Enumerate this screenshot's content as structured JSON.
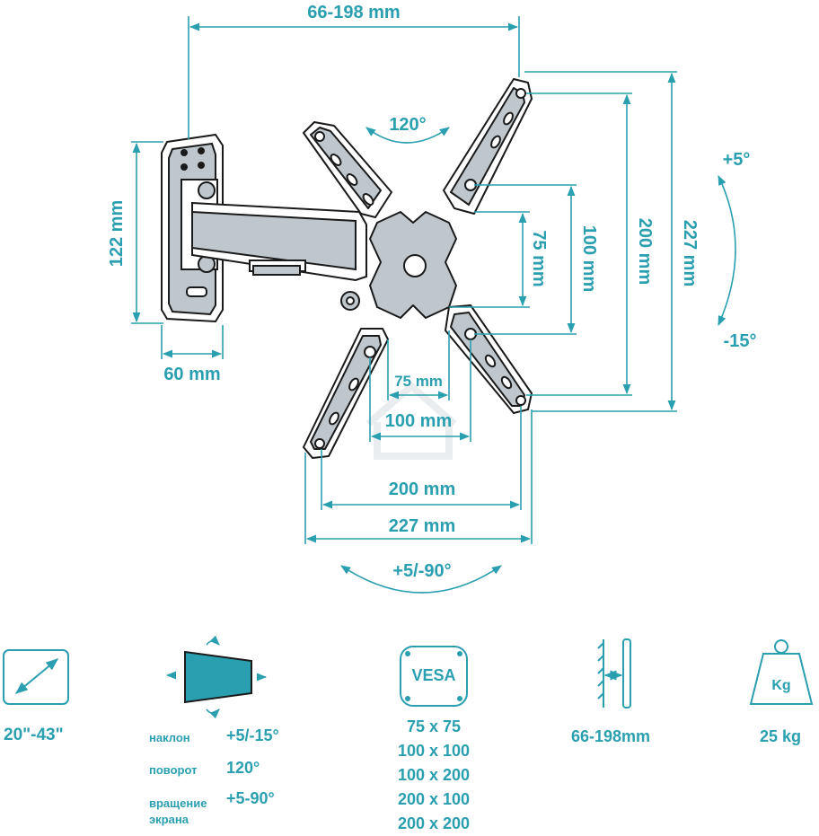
{
  "colors": {
    "accent": "#2a9fb0",
    "line": "#1a1a1a",
    "fill": "#bfc7cc"
  },
  "dimensions": {
    "top_width": "66-198 mm",
    "swivel_angle": "120°",
    "wall_plate_height": "122 mm",
    "wall_plate_width": "60 mm",
    "vesa_75_v": "75 mm",
    "vesa_100_v": "100 mm",
    "vesa_200_v": "200 mm",
    "vesa_227_v": "227 mm",
    "tilt_up": "+5°",
    "tilt_down": "-15°",
    "vesa_75_h": "75 mm",
    "vesa_100_h": "100 mm",
    "vesa_200_h": "200 mm",
    "vesa_227_h": "227 mm",
    "rotation": "+5/-90°"
  },
  "specs": {
    "screen_size": {
      "icon": "diagonal-arrow-icon",
      "value": "20\"-43\""
    },
    "motion": {
      "icon": "tilted-screen-icon",
      "rows": [
        {
          "label": "наклон",
          "value": "+5/-15°"
        },
        {
          "label": "поворот",
          "value": "120°"
        },
        {
          "label": "вращение экрана",
          "value": "+5-90°"
        }
      ]
    },
    "vesa": {
      "icon_text": "VESA",
      "values": [
        "75 x 75",
        "100 x 100",
        "100 x 200",
        "200 x 100",
        "200 x 200"
      ]
    },
    "distance": {
      "icon": "wall-distance-icon",
      "value": "66-198mm"
    },
    "load": {
      "icon_text": "Kg",
      "value": "25 kg"
    }
  }
}
